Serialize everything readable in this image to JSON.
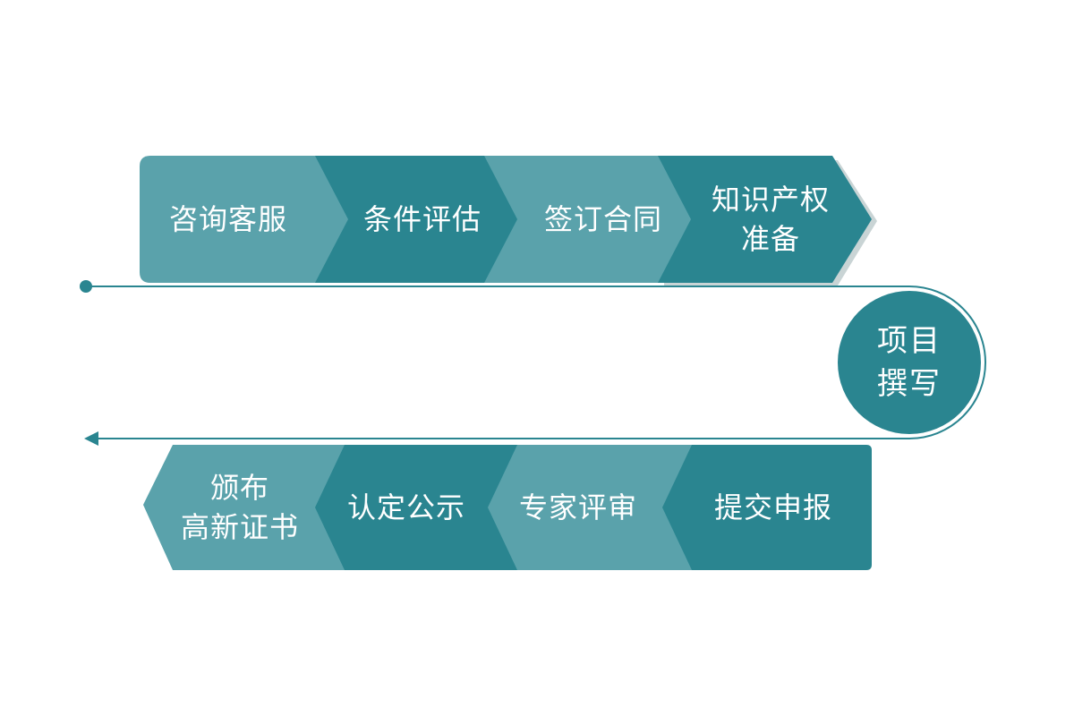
{
  "colors": {
    "light": "#5aa2ab",
    "dark": "#2a8590",
    "line": "#2a8590",
    "shadow": "#c9d4d5"
  },
  "top_row": [
    {
      "lines": [
        "咨询客服"
      ],
      "tone": "light"
    },
    {
      "lines": [
        "条件评估"
      ],
      "tone": "dark"
    },
    {
      "lines": [
        "签订合同"
      ],
      "tone": "light"
    },
    {
      "lines": [
        "知识产权",
        "准备"
      ],
      "tone": "dark"
    }
  ],
  "turn": {
    "lines": [
      "项目",
      "撰写"
    ],
    "tone": "dark"
  },
  "bottom_row": [
    {
      "lines": [
        "颁布",
        "高新证书"
      ],
      "tone": "light"
    },
    {
      "lines": [
        "认定公示"
      ],
      "tone": "dark"
    },
    {
      "lines": [
        "专家评审"
      ],
      "tone": "light"
    },
    {
      "lines": [
        "提交申报"
      ],
      "tone": "dark"
    }
  ]
}
